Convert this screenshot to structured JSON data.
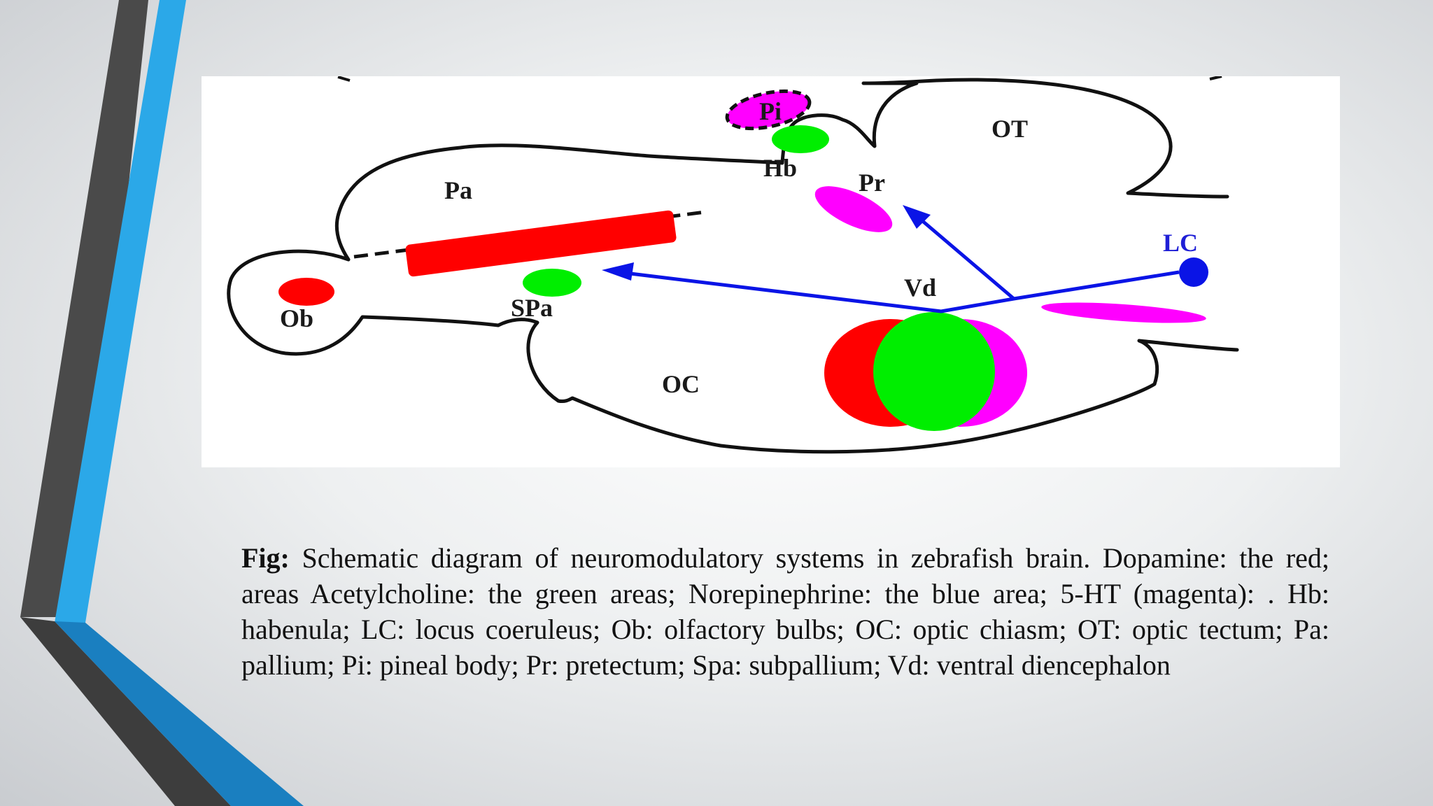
{
  "diagram": {
    "labels": {
      "pi": "Pi",
      "hb": "Hb",
      "ot": "OT",
      "pr": "Pr",
      "pa": "Pa",
      "lc": "LC",
      "ob": "Ob",
      "spa": "SPa",
      "vd": "Vd",
      "oc": "OC"
    },
    "colors": {
      "dopamine": "#ff0000",
      "acetylcholine": "#00ee00",
      "norepinephrine": "#0a14e6",
      "serotonin": "#ff00ff",
      "outline": "#111111"
    }
  },
  "caption": {
    "label": "Fig:",
    "text": "Schematic diagram of neuromodulatory systems in zebrafish brain. Dopamine: the red; areas Acetylcholine: the green areas; Norepinephrine: the blue area; 5-HT (magenta): . Hb: habenula; LC: locus coeruleus; Ob: olfactory bulbs; OC: optic chiasm; OT: optic tectum; Pa: pallium; Pi: pineal body; Pr: pretectum; Spa: subpallium; Vd: ventral diencephalon"
  }
}
